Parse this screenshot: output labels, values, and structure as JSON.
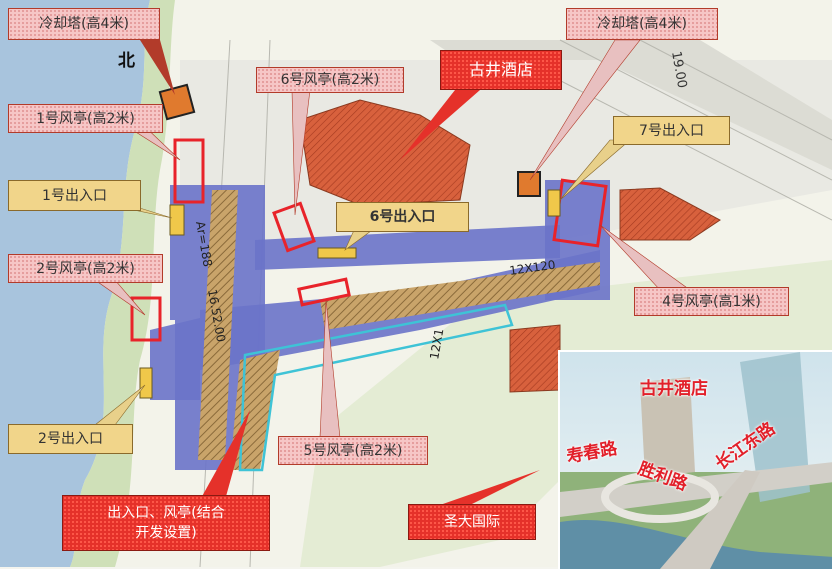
{
  "north_label": "北",
  "labels": {
    "cooling_tower_left": "冷却塔(高4米)",
    "cooling_tower_right": "冷却塔(高4米)",
    "vent1": "1号风亭(高2米)",
    "vent2": "2号风亭(高2米)",
    "vent4": "4号风亭(高1米)",
    "vent5": "5号风亭(高2米)",
    "vent6": "6号风亭(高2米)",
    "exit1": "1号出入口",
    "exit2": "2号出入口",
    "exit6": "6号出入口",
    "exit7": "7号出入口",
    "gujing_hotel": "古井酒店",
    "shengda": "圣大国际",
    "joint_dev_line1": "出入口、风亭(结合",
    "joint_dev_line2": "开发设置)"
  },
  "map_text": {
    "gauge_1": "12X120",
    "gauge_2": "12X1",
    "mileage_top": "19.00",
    "mileage_left": "Ar=188",
    "mileage_mid": "16.52.00"
  },
  "inset": {
    "hotel": "古井酒店",
    "road_shouchun": "寿春路",
    "road_changjiang": "长江东路",
    "road_shengli": "胜利路"
  },
  "colors": {
    "station": "#6a73c9",
    "building": "#d8613d",
    "water": "#a8c4dd",
    "red_outline": "#e8232a",
    "cyan_outline": "#3ec3d6"
  }
}
